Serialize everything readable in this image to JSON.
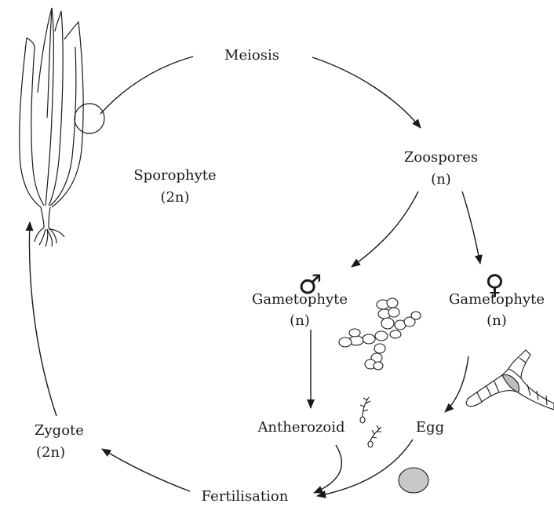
{
  "labels": {
    "meiosis": "Meiosis",
    "zoospores": "Zoospores",
    "zoospores_ploidy": "(n)",
    "sporophyte": "Sporophyte",
    "sporophyte_ploidy": "(2n)",
    "male_gametophyte": "Gametophyte",
    "male_gametophyte_ploidy": "(n)",
    "female_gametophyte": "Gametophyte",
    "female_gametophyte_ploidy": "(n)",
    "antherozoid": "Antherozoid",
    "egg": "Egg",
    "zygote": "Zygote",
    "zygote_ploidy": "(2n)",
    "fertilisation": "Fertilisation"
  },
  "symbols": {
    "male": "♂",
    "female": "♀"
  },
  "colors": {
    "stroke": "#1a1a1a",
    "egg_fill": "#c8c8c8",
    "shaded_cell": "#bdbdbd"
  }
}
